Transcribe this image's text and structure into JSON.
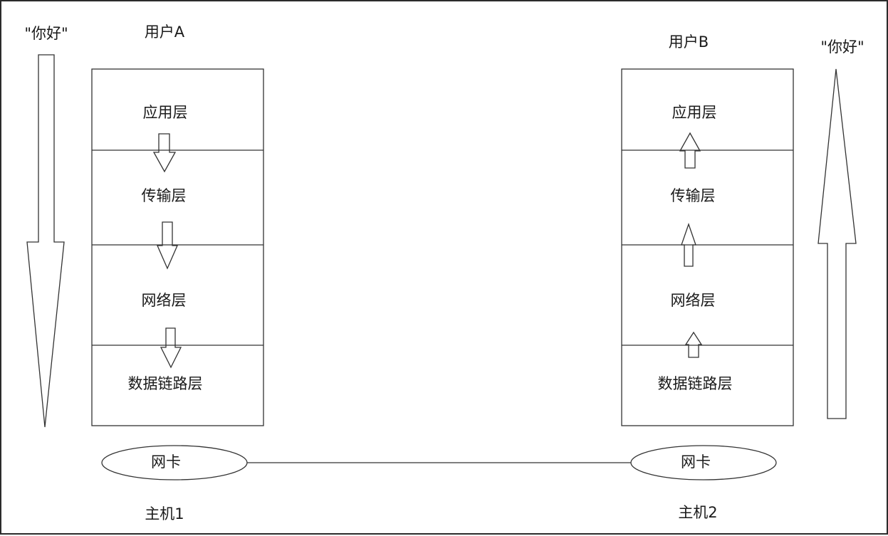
{
  "message_left": "\"你好\"",
  "message_right": "\"你好\"",
  "host_a": {
    "user": "用户A",
    "layers": [
      "应用层",
      "传输层",
      "网络层",
      "数据链路层"
    ],
    "nic": "网卡",
    "host": "主机1"
  },
  "host_b": {
    "user": "用户B",
    "layers": [
      "应用层",
      "传输层",
      "网络层",
      "数据链路层"
    ],
    "nic": "网卡",
    "host": "主机2"
  }
}
